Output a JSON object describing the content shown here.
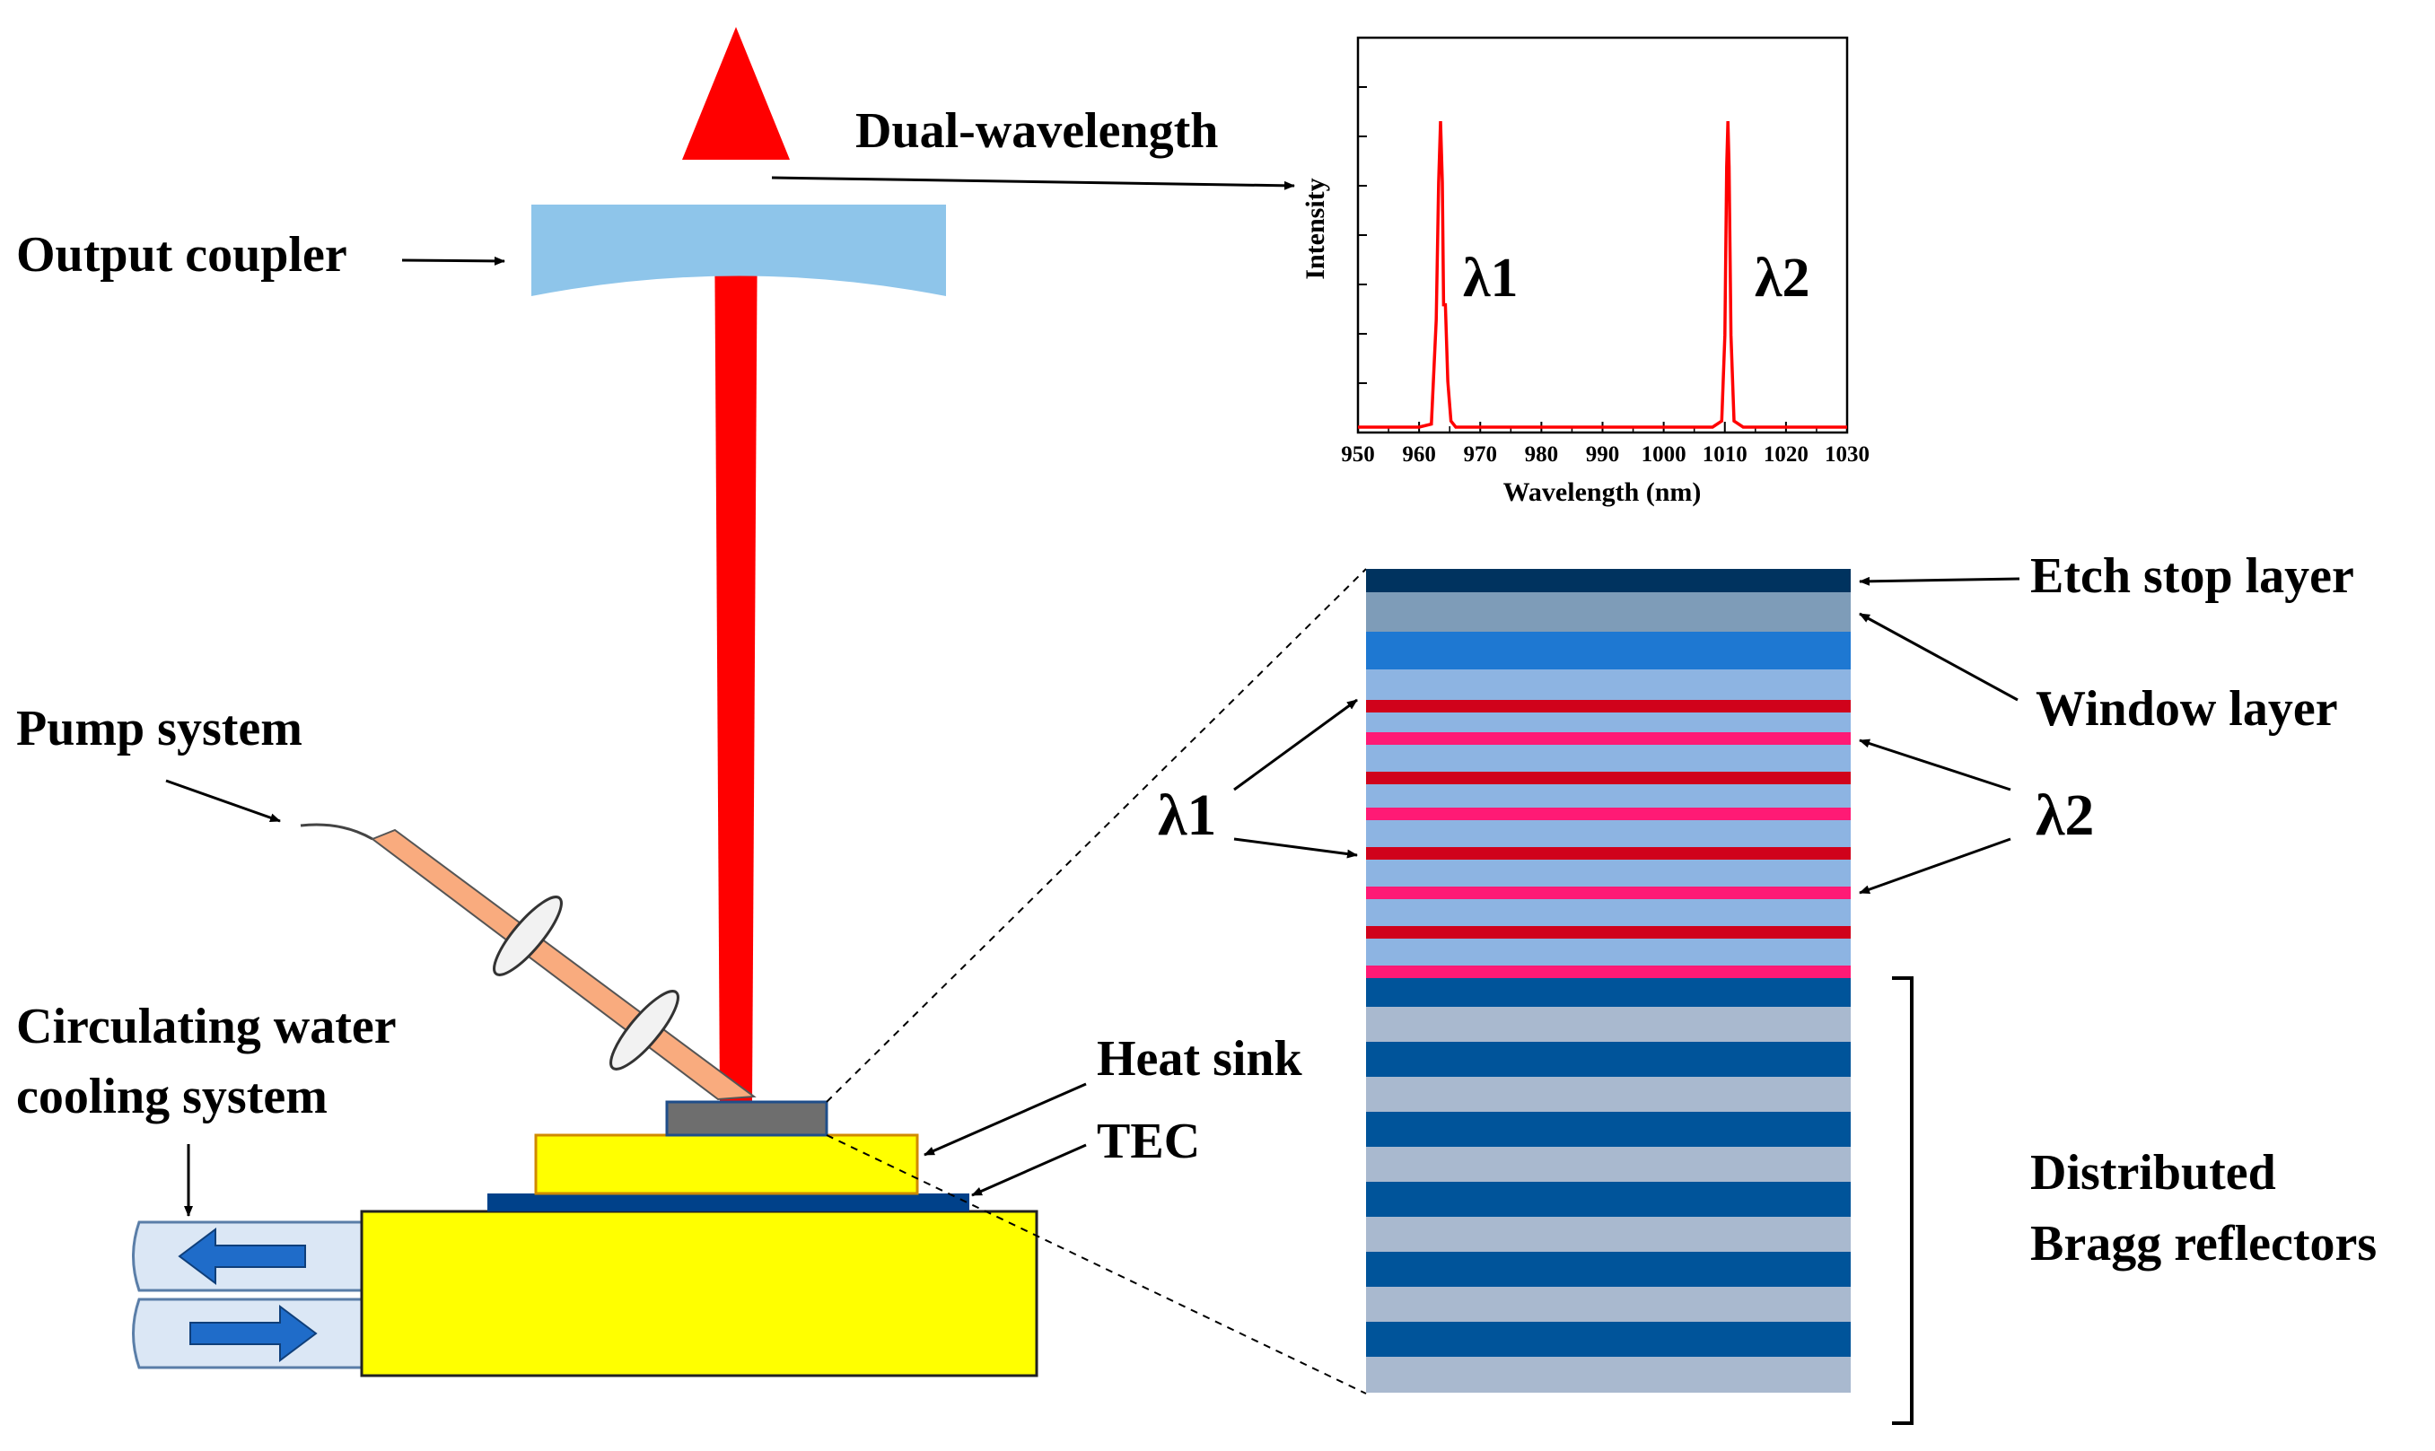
{
  "labels": {
    "output_coupler": "Output coupler",
    "dual_wavelength": "Dual-wavelength",
    "pump_system": "Pump  system",
    "cooling_line1": "Circulating water",
    "cooling_line2": "cooling system",
    "heat_sink": "Heat sink",
    "tec": "TEC",
    "etch_stop": "Etch stop layer",
    "window_layer": "Window layer",
    "lambda1": "λ1",
    "lambda2": "λ2",
    "dbr_line1": "Distributed",
    "dbr_line2": "Bragg reflectors"
  },
  "colors": {
    "laser_beam": "#ff0000",
    "output_coupler": "#8ec5ea",
    "pump_beam": "#f9ab7e",
    "heat_sink": "#ffff00",
    "tec": "#00418a",
    "chip": "#6e6e6e",
    "etch_stop": "#00335f",
    "window": "#7e9cb8",
    "window_blue": "#1e78d2",
    "spacer": "#8db4e2",
    "qw_lambda1": "#d0021b",
    "qw_lambda2": "#ff1a75",
    "dbr_dark": "#00549a",
    "dbr_light": "#a9b9cf",
    "water_tube": "#dbe7f5",
    "water_arrow": "#1f6cc9"
  },
  "chart_data": {
    "type": "line",
    "title": "",
    "xlabel": "Wavelength (nm)",
    "ylabel": "Intensity",
    "xlim": [
      950,
      1030
    ],
    "ylim": [
      0,
      1
    ],
    "x_ticks": [
      950,
      960,
      970,
      980,
      990,
      1000,
      1010,
      1020,
      1030
    ],
    "peaks": [
      {
        "label": "λ1",
        "center_nm": 963.5,
        "height": 1.0
      },
      {
        "label": "λ2",
        "center_nm": 1010.5,
        "height": 1.0
      }
    ],
    "series": [
      {
        "color": "#ff0000",
        "x": [
          950,
          955,
          960,
          962,
          962.8,
          963.2,
          963.5,
          963.8,
          964.0,
          964.3,
          964.7,
          965.2,
          966,
          970,
          980,
          990,
          1000,
          1005,
          1008,
          1009.5,
          1010.0,
          1010.3,
          1010.5,
          1010.7,
          1011.0,
          1011.5,
          1013,
          1020,
          1030
        ],
        "y": [
          0.0,
          0.0,
          0.0,
          0.01,
          0.35,
          0.8,
          1.0,
          0.8,
          0.4,
          0.4,
          0.15,
          0.02,
          0.0,
          0.0,
          0.0,
          0.0,
          0.0,
          0.0,
          0.0,
          0.02,
          0.3,
          0.85,
          1.0,
          0.85,
          0.3,
          0.02,
          0.0,
          0.0,
          0.0
        ]
      }
    ]
  }
}
